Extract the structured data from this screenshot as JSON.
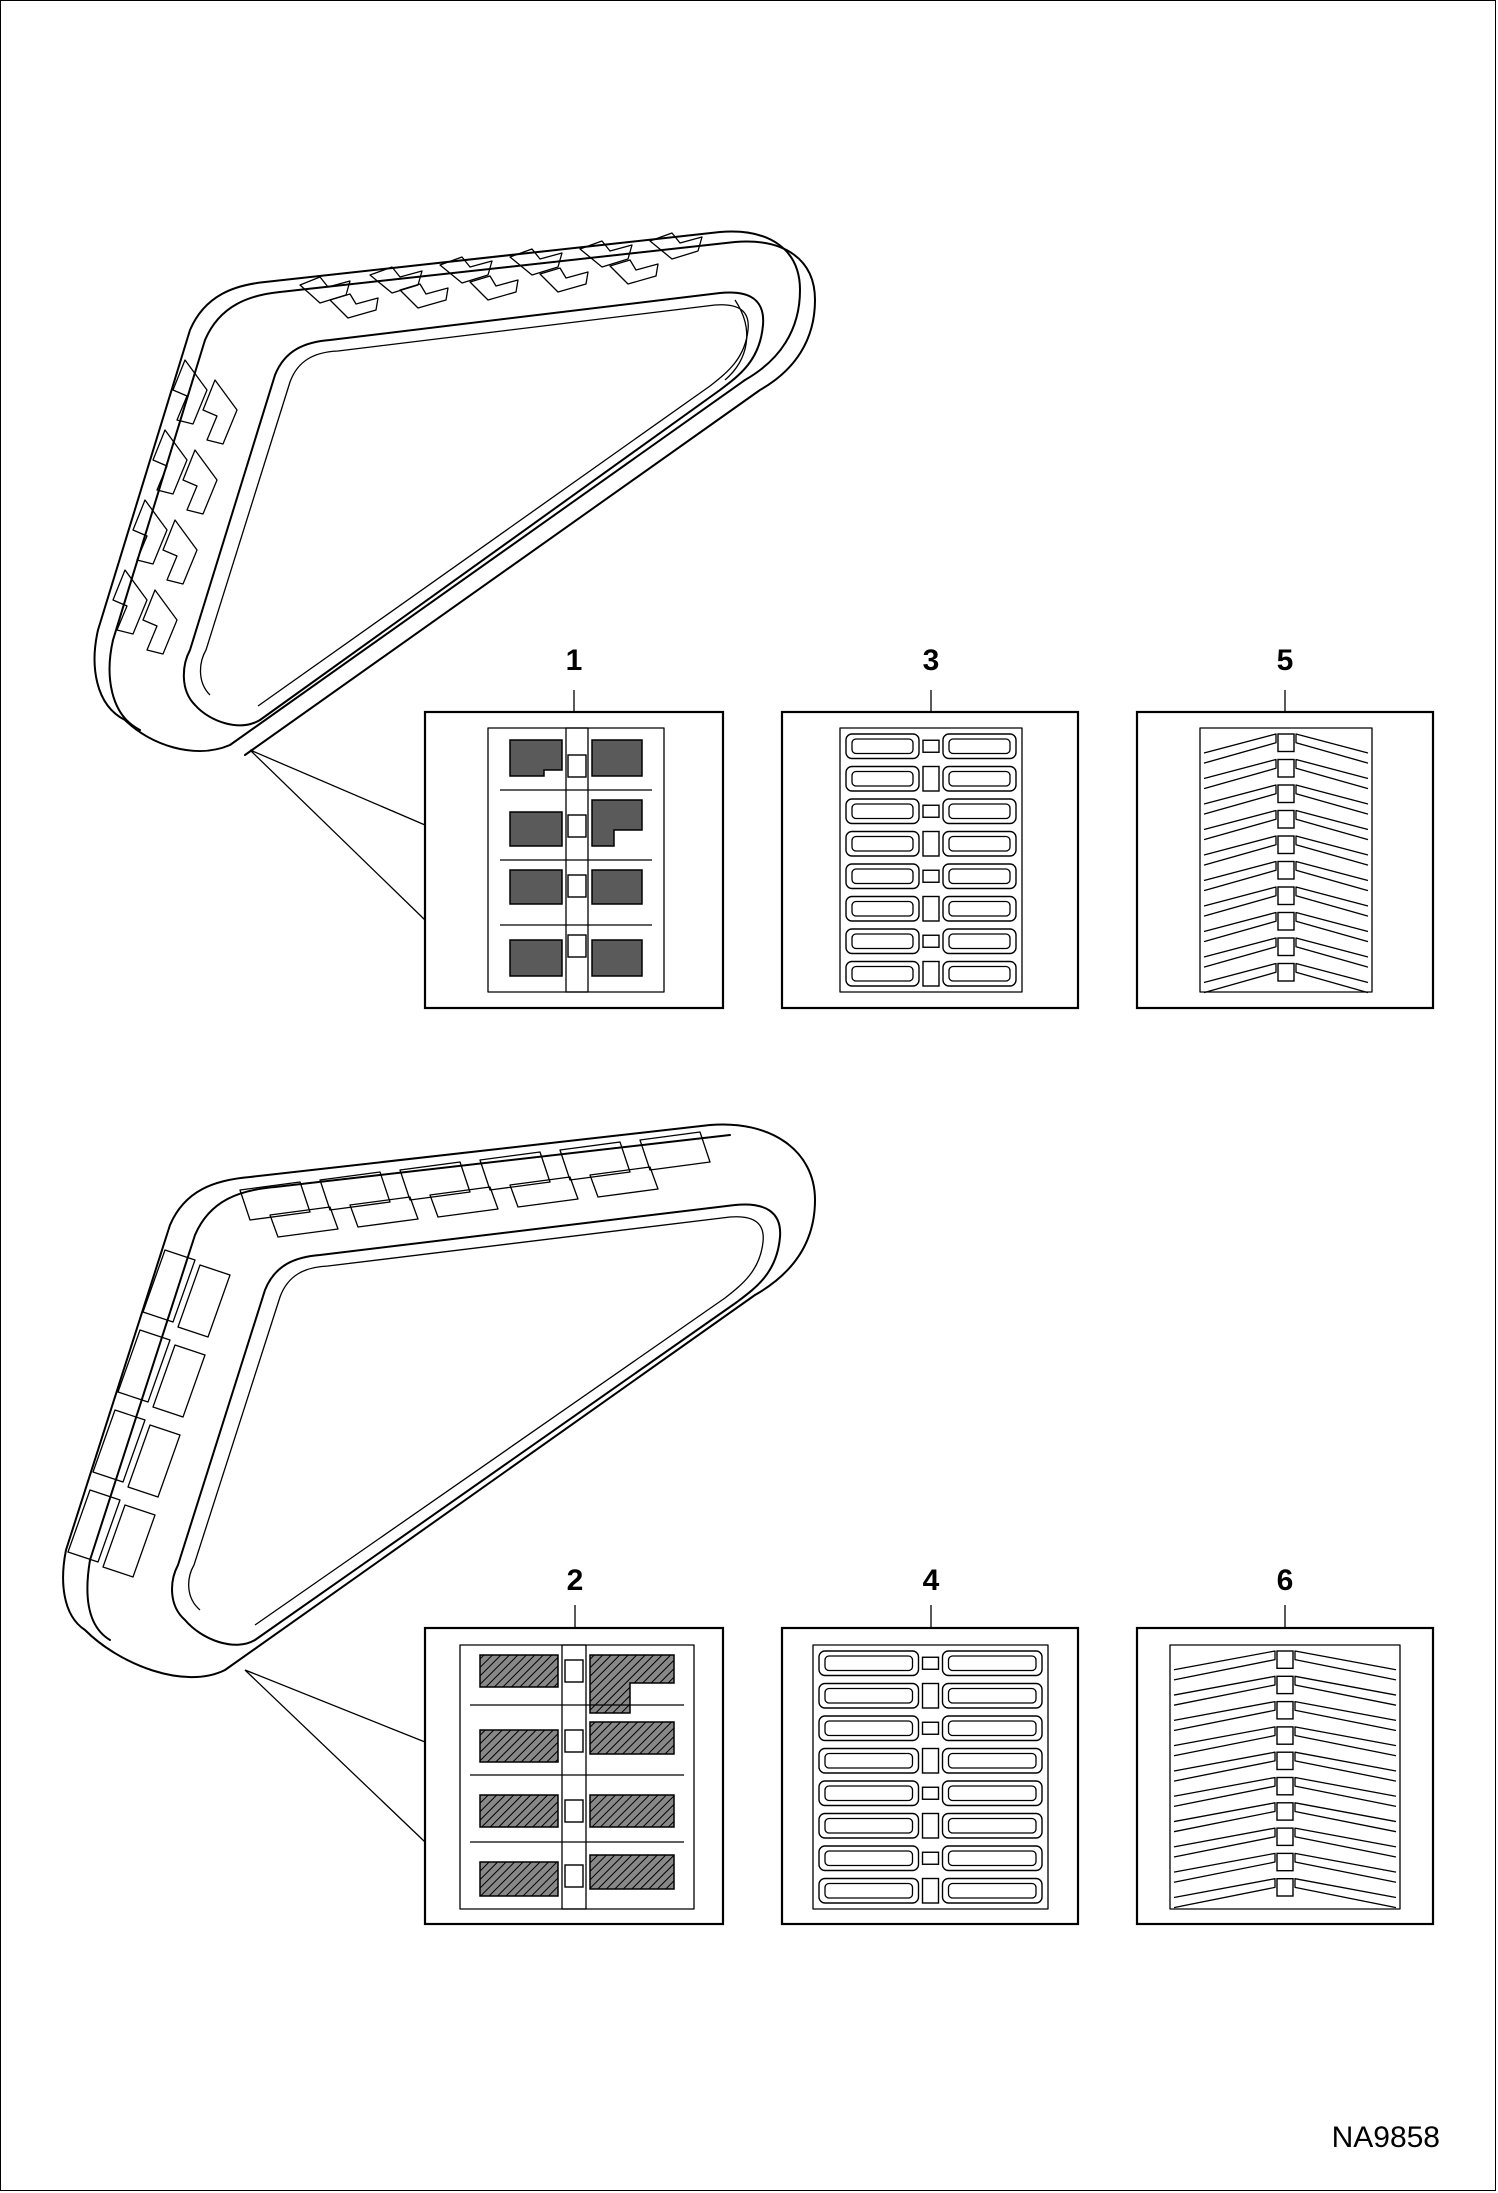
{
  "figure": {
    "reference_id": "NA9858",
    "colors": {
      "line": "#000000",
      "background": "#ffffff",
      "lug_fill": "#5a5a5a"
    }
  },
  "tracks": [
    {
      "name": "track-upper",
      "callouts": [
        {
          "number": "1",
          "pattern": "block-lug"
        },
        {
          "number": "3",
          "pattern": "bar-tread"
        },
        {
          "number": "5",
          "pattern": "chevron-tread"
        }
      ]
    },
    {
      "name": "track-lower",
      "callouts": [
        {
          "number": "2",
          "pattern": "block-lug-hatched"
        },
        {
          "number": "4",
          "pattern": "bar-tread"
        },
        {
          "number": "6",
          "pattern": "chevron-tread"
        }
      ]
    }
  ]
}
